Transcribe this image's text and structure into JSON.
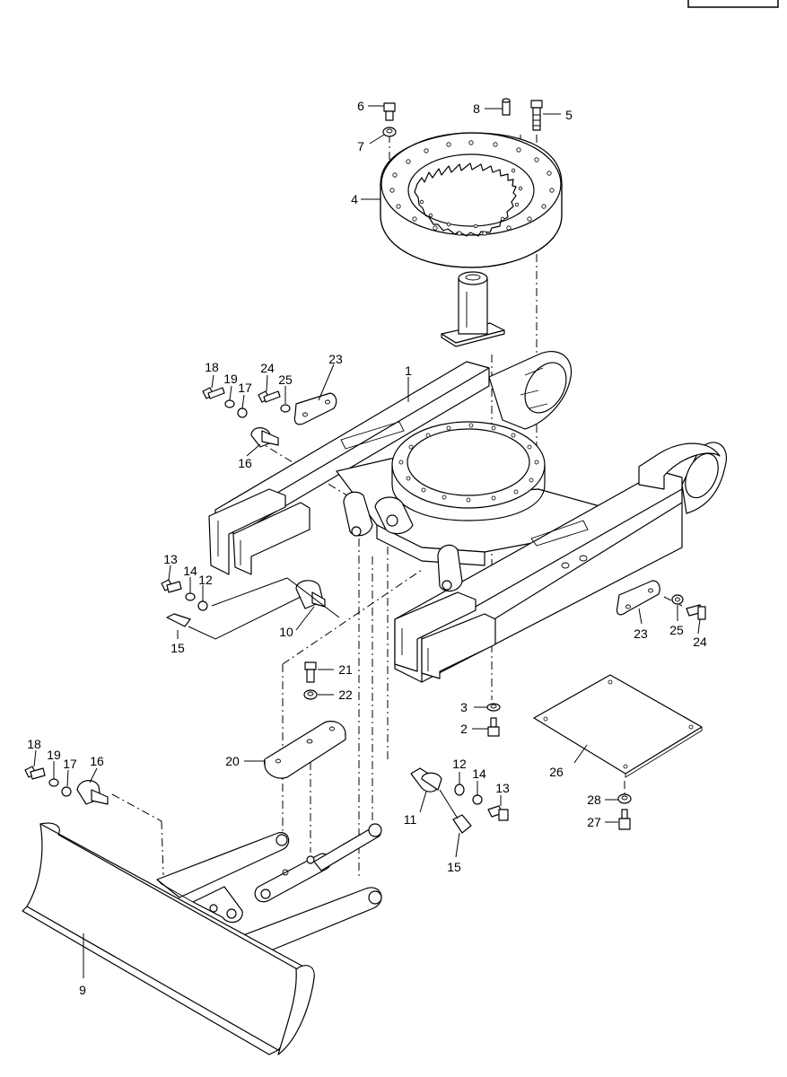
{
  "page_tag": "",
  "parts": [
    {
      "id": "label-1",
      "text": "1"
    },
    {
      "id": "label-2",
      "text": "2"
    },
    {
      "id": "label-3",
      "text": "3"
    },
    {
      "id": "label-4",
      "text": "4"
    },
    {
      "id": "label-5",
      "text": "5"
    },
    {
      "id": "label-6",
      "text": "6"
    },
    {
      "id": "label-7",
      "text": "7"
    },
    {
      "id": "label-8",
      "text": "8"
    },
    {
      "id": "label-9",
      "text": "9"
    },
    {
      "id": "label-10",
      "text": "10"
    },
    {
      "id": "label-11",
      "text": "11"
    },
    {
      "id": "label-12a",
      "text": "12"
    },
    {
      "id": "label-12b",
      "text": "12"
    },
    {
      "id": "label-13a",
      "text": "13"
    },
    {
      "id": "label-13b",
      "text": "13"
    },
    {
      "id": "label-14a",
      "text": "14"
    },
    {
      "id": "label-14b",
      "text": "14"
    },
    {
      "id": "label-15a",
      "text": "15"
    },
    {
      "id": "label-15b",
      "text": "15"
    },
    {
      "id": "label-16a",
      "text": "16"
    },
    {
      "id": "label-16b",
      "text": "16"
    },
    {
      "id": "label-17a",
      "text": "17"
    },
    {
      "id": "label-17b",
      "text": "17"
    },
    {
      "id": "label-18a",
      "text": "18"
    },
    {
      "id": "label-18b",
      "text": "18"
    },
    {
      "id": "label-19a",
      "text": "19"
    },
    {
      "id": "label-19b",
      "text": "19"
    },
    {
      "id": "label-20",
      "text": "20"
    },
    {
      "id": "label-21",
      "text": "21"
    },
    {
      "id": "label-22",
      "text": "22"
    },
    {
      "id": "label-23a",
      "text": "23"
    },
    {
      "id": "label-23b",
      "text": "23"
    },
    {
      "id": "label-24a",
      "text": "24"
    },
    {
      "id": "label-24b",
      "text": "24"
    },
    {
      "id": "label-25a",
      "text": "25"
    },
    {
      "id": "label-25b",
      "text": "25"
    },
    {
      "id": "label-26",
      "text": "26"
    },
    {
      "id": "label-27",
      "text": "27"
    },
    {
      "id": "label-28",
      "text": "28"
    }
  ]
}
